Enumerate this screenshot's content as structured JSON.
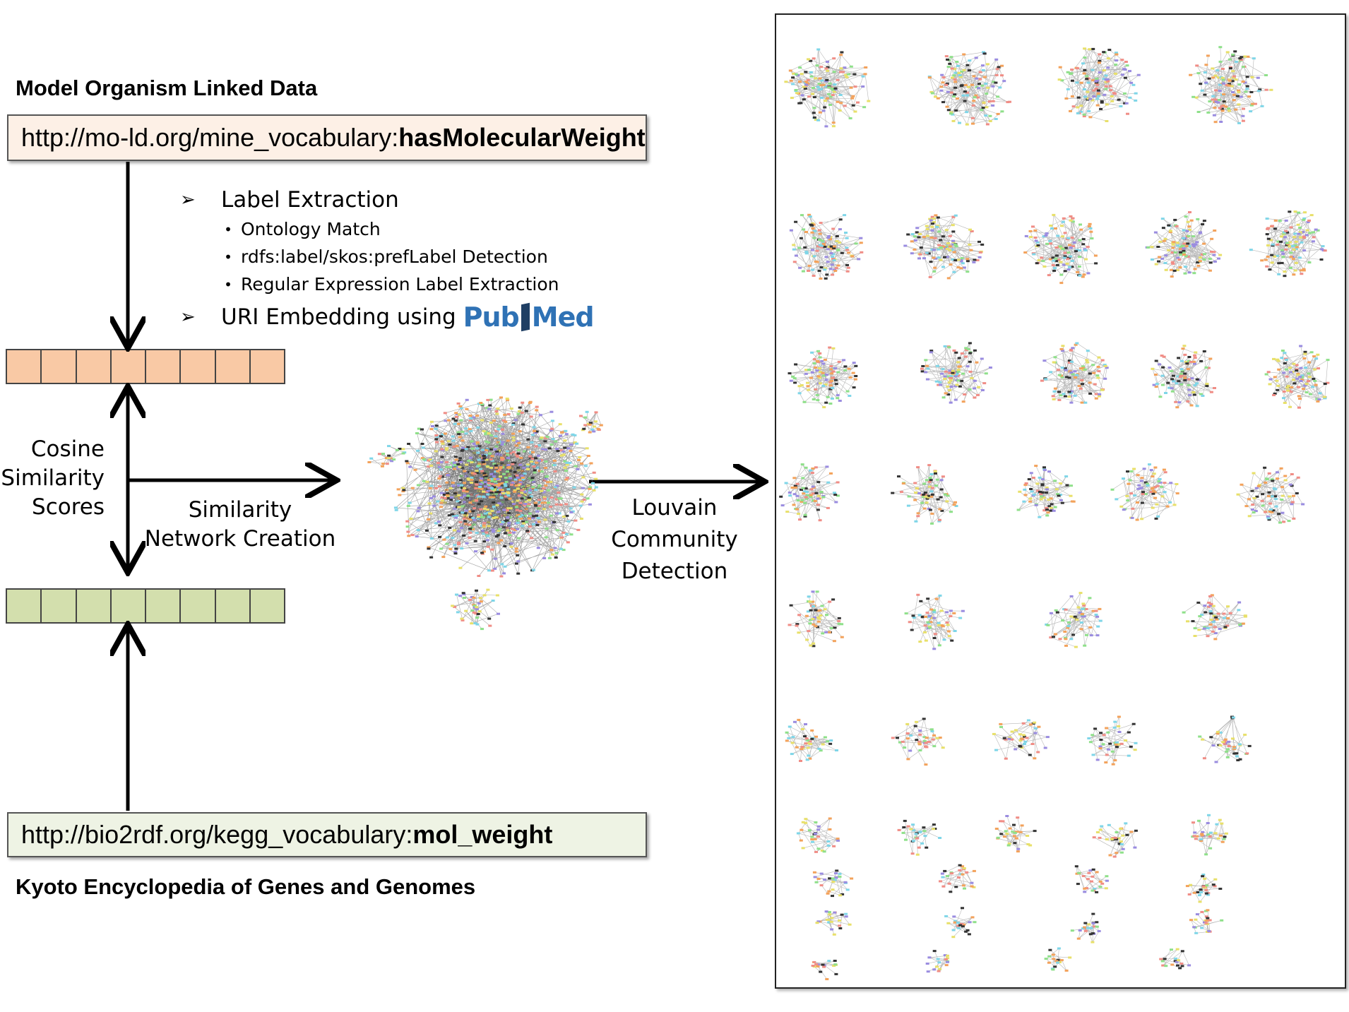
{
  "source_top": {
    "title": "Model Organism Linked Data",
    "uri_prefix": "http://mo-ld.org/mine_vocabulary:",
    "uri_term": "hasMolecularWeight",
    "box_color": "#fdf0e6",
    "vector_color": "#f9c9a5",
    "vector_cells": 8
  },
  "source_bottom": {
    "title": "Kyoto Encyclopedia of Genes and Genomes",
    "uri_prefix": "http://bio2rdf.org/kegg_vocabulary:",
    "uri_term": "mol_weight",
    "box_color": "#eef3e4",
    "vector_color": "#d3dfad",
    "vector_cells": 8
  },
  "steps": {
    "label_extraction": "Label Extraction",
    "sub_items": [
      "Ontology Match",
      "rdfs:label/skos:prefLabel Detection",
      "Regular Expression Label Extraction"
    ],
    "uri_embedding": "URI Embedding using",
    "pubmed_left": "Pub",
    "pubmed_right": "Med"
  },
  "labels": {
    "cosine": [
      "Cosine",
      "Similarity",
      "Scores"
    ],
    "similarity_network": [
      "Similarity",
      "Network Creation"
    ],
    "louvain": [
      "Louvain",
      "Community",
      "Detection"
    ]
  },
  "network_colors": [
    "#f08d86",
    "#8fe08a",
    "#7fd6e8",
    "#f3a25b",
    "#9a8ce0",
    "#333333",
    "#e8e06a"
  ]
}
